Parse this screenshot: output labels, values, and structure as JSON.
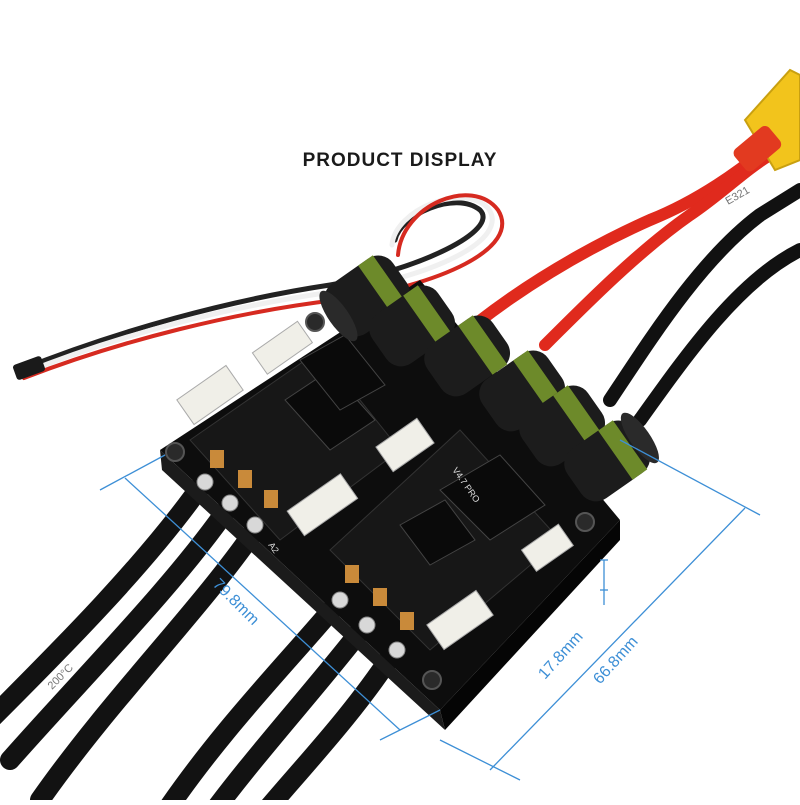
{
  "title": "PRODUCT DISPLAY",
  "dimensions": {
    "length": "79.8mm",
    "width": "66.8mm",
    "height": "17.8mm"
  },
  "pcb_markings": {
    "board_version": "V4.7 PRO",
    "pad_label_a": "A2",
    "cable_print_left": "200°C",
    "cable_print_right": "E321"
  },
  "colors": {
    "dimension_lines": "#3d8fd6",
    "pcb": "#141414",
    "power_wire": "#e02a1d",
    "connector": "#f2c41c",
    "capacitor": "#1c1c1c",
    "capacitor_band": "#6d8a2a"
  }
}
